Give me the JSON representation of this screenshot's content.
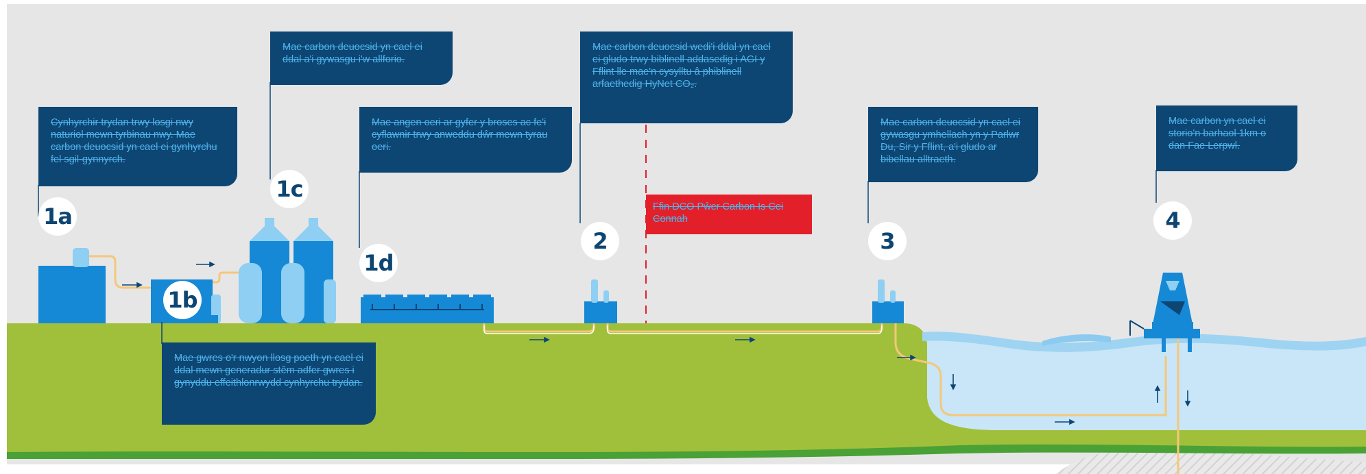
{
  "callouts": {
    "c1a": "Cynhyrchir trydan trwy losgi nwy naturiol mewn tyrbinau nwy. Mae carbon deuocsid yn cael ei gynhyrchu fel sgil-gynnyrch.",
    "c1b": "Mae gwres o'r nwyon llosg poeth yn cael ei ddal mewn generadur stêm adfer gwres i gynyddu effeithlonrwydd cynhyrchu trydan.",
    "c1c": "Mae carbon deuocsid yn cael ei ddal a'i gywasgu i'w allforio.",
    "c1d": "Mae angen oeri ar gyfer y broses ac fe'i cyflawnir trwy anweddu dŵr mewn tyrau oeri.",
    "c2": "Mae carbon deuocsid wedi'i ddal yn cael ei gludo trwy biblinell addasedig i AGI y Fflint lle mae'n cysylltu â phiblinell arfaethedig HyNet CO₂.",
    "c3": "Mae carbon deuocsid yn cael ei gywasgu ymhellach yn y Parlwr Du, Sir y Fflint, a'i gludo ar bibellau alltraeth.",
    "c4": "Mae carbon yn cael ei storio'n barhaol 1km o dan Fae Lerpwl.",
    "boundary": "Ffin DCO Pŵer Carbon Is Cei Connah"
  },
  "badges": {
    "b1a": "1a",
    "b1b": "1b",
    "b1c": "1c",
    "b1d": "1d",
    "b2": "2",
    "b3": "3",
    "b4": "4"
  },
  "colors": {
    "background": "#e6e6e6",
    "callout": "#0d4573",
    "callout_text": "#4fb3ea",
    "boundary_box": "#e3202a",
    "land": "#a0c03b",
    "sea": "#c8e6f7",
    "building": "#1589d6",
    "pipeline": "#f5c77a"
  },
  "icons": {
    "flow_arrow": "arrow-right-icon",
    "down_arrow": "arrow-down-icon",
    "up_arrow": "arrow-up-icon"
  }
}
